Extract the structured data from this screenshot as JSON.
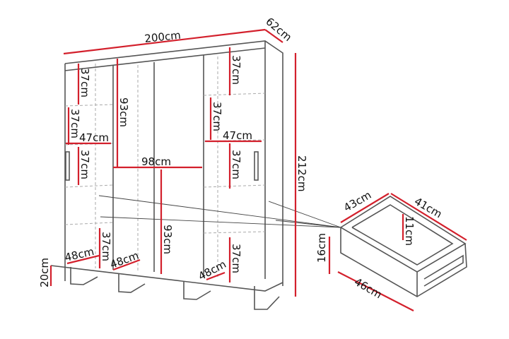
{
  "colors": {
    "dimension_line": "#d3202c",
    "outline": "#555555"
  },
  "wardrobe": {
    "width": "200cm",
    "depth": "62cm",
    "height": "212cm",
    "left_top_shelf": "37cm",
    "left_mid_shelf": "37cm",
    "left_shelf_width": "47cm",
    "left_low_shelf": "37cm",
    "hanging_height_top": "93cm",
    "center_width": "98cm",
    "hanging_height_bottom": "93cm",
    "right_top_shelf": "37cm",
    "right_mid_shelf": "37cm",
    "right_shelf_width": "47cm",
    "right_low_shelf": "37cm",
    "bottom_left_shelf": "37cm",
    "bottom_left_depth": "48cm",
    "bottom_center_depth": "48cm",
    "bottom_right_shelf": "37cm",
    "bottom_right_depth": "48cm",
    "leg_height": "20cm"
  },
  "drawer": {
    "depth": "43cm",
    "inner_width": "41cm",
    "inner_height": "11cm",
    "height": "16cm",
    "width": "46cm"
  }
}
